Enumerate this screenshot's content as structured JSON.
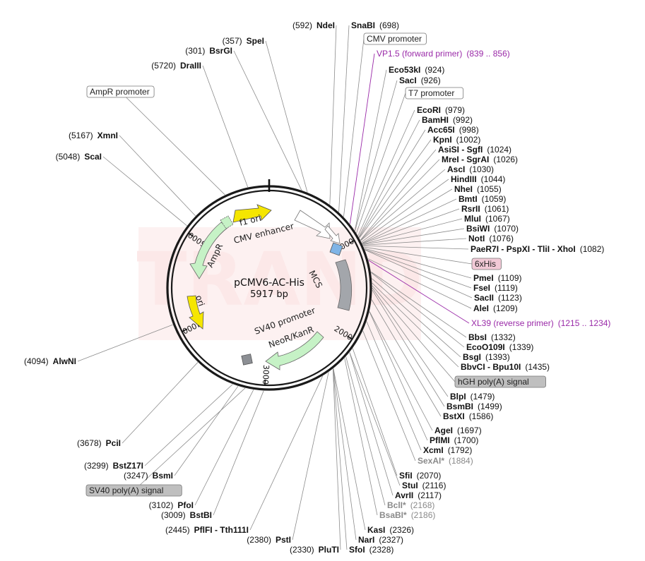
{
  "plasmid": {
    "name": "pCMV6-AC-His",
    "size_label": "5917 bp",
    "length": 5917
  },
  "watermark": "TRAND",
  "colors": {
    "outline": "#1a1a1a",
    "yellow": "#f5e600",
    "green": "#c6f2c6",
    "gray": "#a3a6ab",
    "blue": "#7fb4e6",
    "white_arrow": "#ffffff",
    "primer": "#9a2aa8",
    "box_gray": "#bfbfbf",
    "box_pink": "#f1c9d6",
    "watermark": "#fde3e3"
  },
  "ticks": [
    {
      "pos": 1000,
      "label": "1000"
    },
    {
      "pos": 2000,
      "label": "2000"
    },
    {
      "pos": 3000,
      "label": "3000"
    },
    {
      "pos": 4000,
      "label": "4000"
    },
    {
      "pos": 5000,
      "label": "5000"
    }
  ],
  "features": [
    {
      "name": "f1 ori",
      "color": "yellow"
    },
    {
      "name": "CMV enhancer",
      "color": "white_arrow"
    },
    {
      "name": "MCS",
      "color": "white_arrow"
    },
    {
      "name": "AmpR",
      "color": "green"
    },
    {
      "name": "ori",
      "color": "yellow"
    },
    {
      "name": "SV40 promoter",
      "color": "white_arrow"
    },
    {
      "name": "NeoR/KanR",
      "color": "green"
    }
  ],
  "labels": [
    {
      "enzyme": "NdeI",
      "pos": "(592)"
    },
    {
      "enzyme": "SnaBI",
      "pos": "(698)"
    },
    {
      "enzyme": "SpeI",
      "pos": "(357)"
    },
    {
      "enzyme": "BsrGI",
      "pos": "(301)"
    },
    {
      "enzyme": "DraIII",
      "pos": "(5720)"
    },
    {
      "box": "AmpR promoter"
    },
    {
      "enzyme": "XmnI",
      "pos": "(5167)"
    },
    {
      "enzyme": "ScaI",
      "pos": "(5048)"
    },
    {
      "box": "CMV promoter"
    },
    {
      "primer": "VP1.5 (forward primer)",
      "pos": "(839 .. 856)"
    },
    {
      "enzyme": "Eco53kI",
      "pos": "(924)"
    },
    {
      "enzyme": "SacI",
      "pos": "(926)"
    },
    {
      "box": "T7 promoter"
    },
    {
      "enzyme": "EcoRI",
      "pos": "(979)"
    },
    {
      "enzyme": "BamHI",
      "pos": "(992)"
    },
    {
      "enzyme": "Acc65I",
      "pos": "(998)"
    },
    {
      "enzyme": "KpnI",
      "pos": "(1002)"
    },
    {
      "enzyme": "AsiSI - SgfI",
      "pos": "(1024)"
    },
    {
      "enzyme": "MreI - SgrAI",
      "pos": "(1026)"
    },
    {
      "enzyme": "AscI",
      "pos": "(1030)"
    },
    {
      "enzyme": "HindIII",
      "pos": "(1044)"
    },
    {
      "enzyme": "NheI",
      "pos": "(1055)"
    },
    {
      "enzyme": "BmtI",
      "pos": "(1059)"
    },
    {
      "enzyme": "RsrII",
      "pos": "(1061)"
    },
    {
      "enzyme": "MluI",
      "pos": "(1067)"
    },
    {
      "enzyme": "BsiWI",
      "pos": "(1070)"
    },
    {
      "enzyme": "NotI",
      "pos": "(1076)"
    },
    {
      "enzyme": "PaeR7I - PspXI - TliI - XhoI",
      "pos": "(1082)"
    },
    {
      "box": "6xHis"
    },
    {
      "enzyme": "PmeI",
      "pos": "(1109)"
    },
    {
      "enzyme": "FseI",
      "pos": "(1119)"
    },
    {
      "enzyme": "SacII",
      "pos": "(1123)"
    },
    {
      "enzyme": "AleI",
      "pos": "(1209)"
    },
    {
      "primer": "XL39 (reverse primer)",
      "pos": "(1215 .. 1234)"
    },
    {
      "enzyme": "BbsI",
      "pos": "(1332)"
    },
    {
      "enzyme": "EcoO109I",
      "pos": "(1339)"
    },
    {
      "enzyme": "BsgI",
      "pos": "(1393)"
    },
    {
      "enzyme": "BbvCI - Bpu10I",
      "pos": "(1435)"
    },
    {
      "box": "hGH poly(A) signal"
    },
    {
      "enzyme": "BlpI",
      "pos": "(1479)"
    },
    {
      "enzyme": "BsmBI",
      "pos": "(1499)"
    },
    {
      "enzyme": "BstXI",
      "pos": "(1586)"
    },
    {
      "enzyme": "AgeI",
      "pos": "(1697)"
    },
    {
      "enzyme": "PflMI",
      "pos": "(1700)"
    },
    {
      "enzyme": "XcmI",
      "pos": "(1792)"
    },
    {
      "enzyme": "SexAI*",
      "pos": "(1884)",
      "muted": true
    },
    {
      "enzyme": "SfiI",
      "pos": "(2070)"
    },
    {
      "enzyme": "StuI",
      "pos": "(2116)"
    },
    {
      "enzyme": "AvrII",
      "pos": "(2117)"
    },
    {
      "enzyme": "BclI*",
      "pos": "(2168)",
      "muted": true
    },
    {
      "enzyme": "BsaBI*",
      "pos": "(2186)",
      "muted": true
    },
    {
      "enzyme": "KasI",
      "pos": "(2326)"
    },
    {
      "enzyme": "NarI",
      "pos": "(2327)"
    },
    {
      "enzyme": "SfoI",
      "pos": "(2328)"
    },
    {
      "enzyme": "PluTI",
      "pos": "(2330)"
    },
    {
      "enzyme": "PstI",
      "pos": "(2380)"
    },
    {
      "enzyme": "PflFI - Tth111I",
      "pos": "(2445)"
    },
    {
      "enzyme": "BstBI",
      "pos": "(3009)"
    },
    {
      "enzyme": "PfoI",
      "pos": "(3102)"
    },
    {
      "box": "SV40 poly(A) signal"
    },
    {
      "enzyme": "BsmI",
      "pos": "(3247)"
    },
    {
      "enzyme": "BstZ17I",
      "pos": "(3299)"
    },
    {
      "enzyme": "PciI",
      "pos": "(3678)"
    },
    {
      "enzyme": "AlwNI",
      "pos": "(4094)"
    }
  ]
}
